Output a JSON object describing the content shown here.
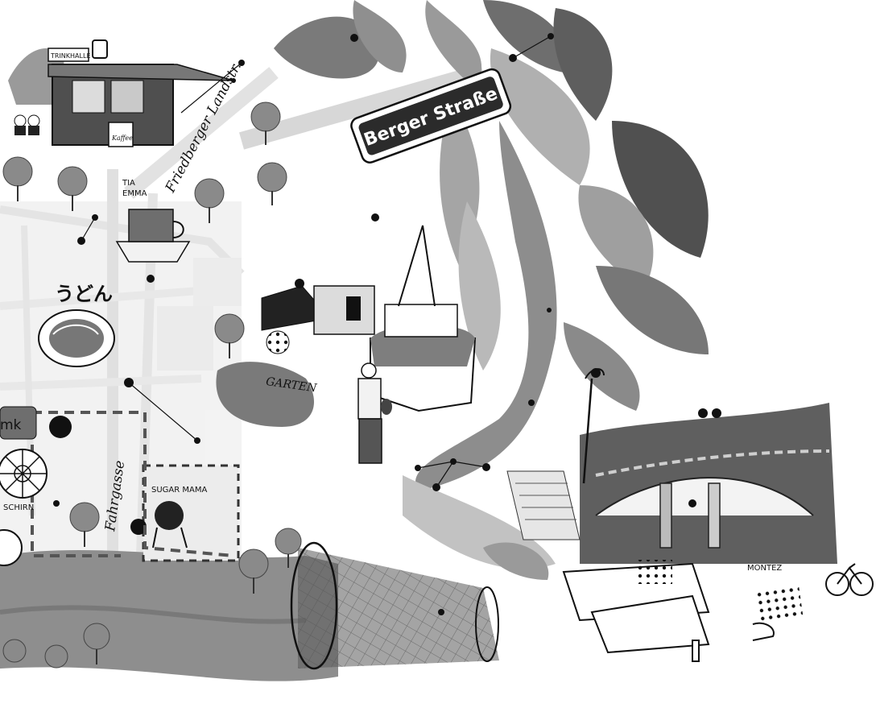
{
  "map": {
    "street_sign": "Berger Straße",
    "streets": {
      "friedberger_landstr": "Friedberger Landstr.",
      "fahrgasse": "Fahrgasse"
    },
    "places": {
      "trinkhalle": "TRINKHALLE",
      "kaffee_sign": "Kaffee",
      "tia_emma": "TIA\nEMMA",
      "tia_emma_line1": "TIA",
      "tia_emma_line2": "EMMA",
      "udon": "うどん",
      "garten": "GARTEN",
      "sugarmama": "SUGAR MAMA",
      "schirn": "SCHIRN",
      "montez": "MONTEZ",
      "partial_label": "mk"
    },
    "colors": {
      "ink": "#111111",
      "wash_dark": "#3c3c3c",
      "wash_mid": "#8a8a8a",
      "wash_light": "#d9d9d9"
    }
  }
}
